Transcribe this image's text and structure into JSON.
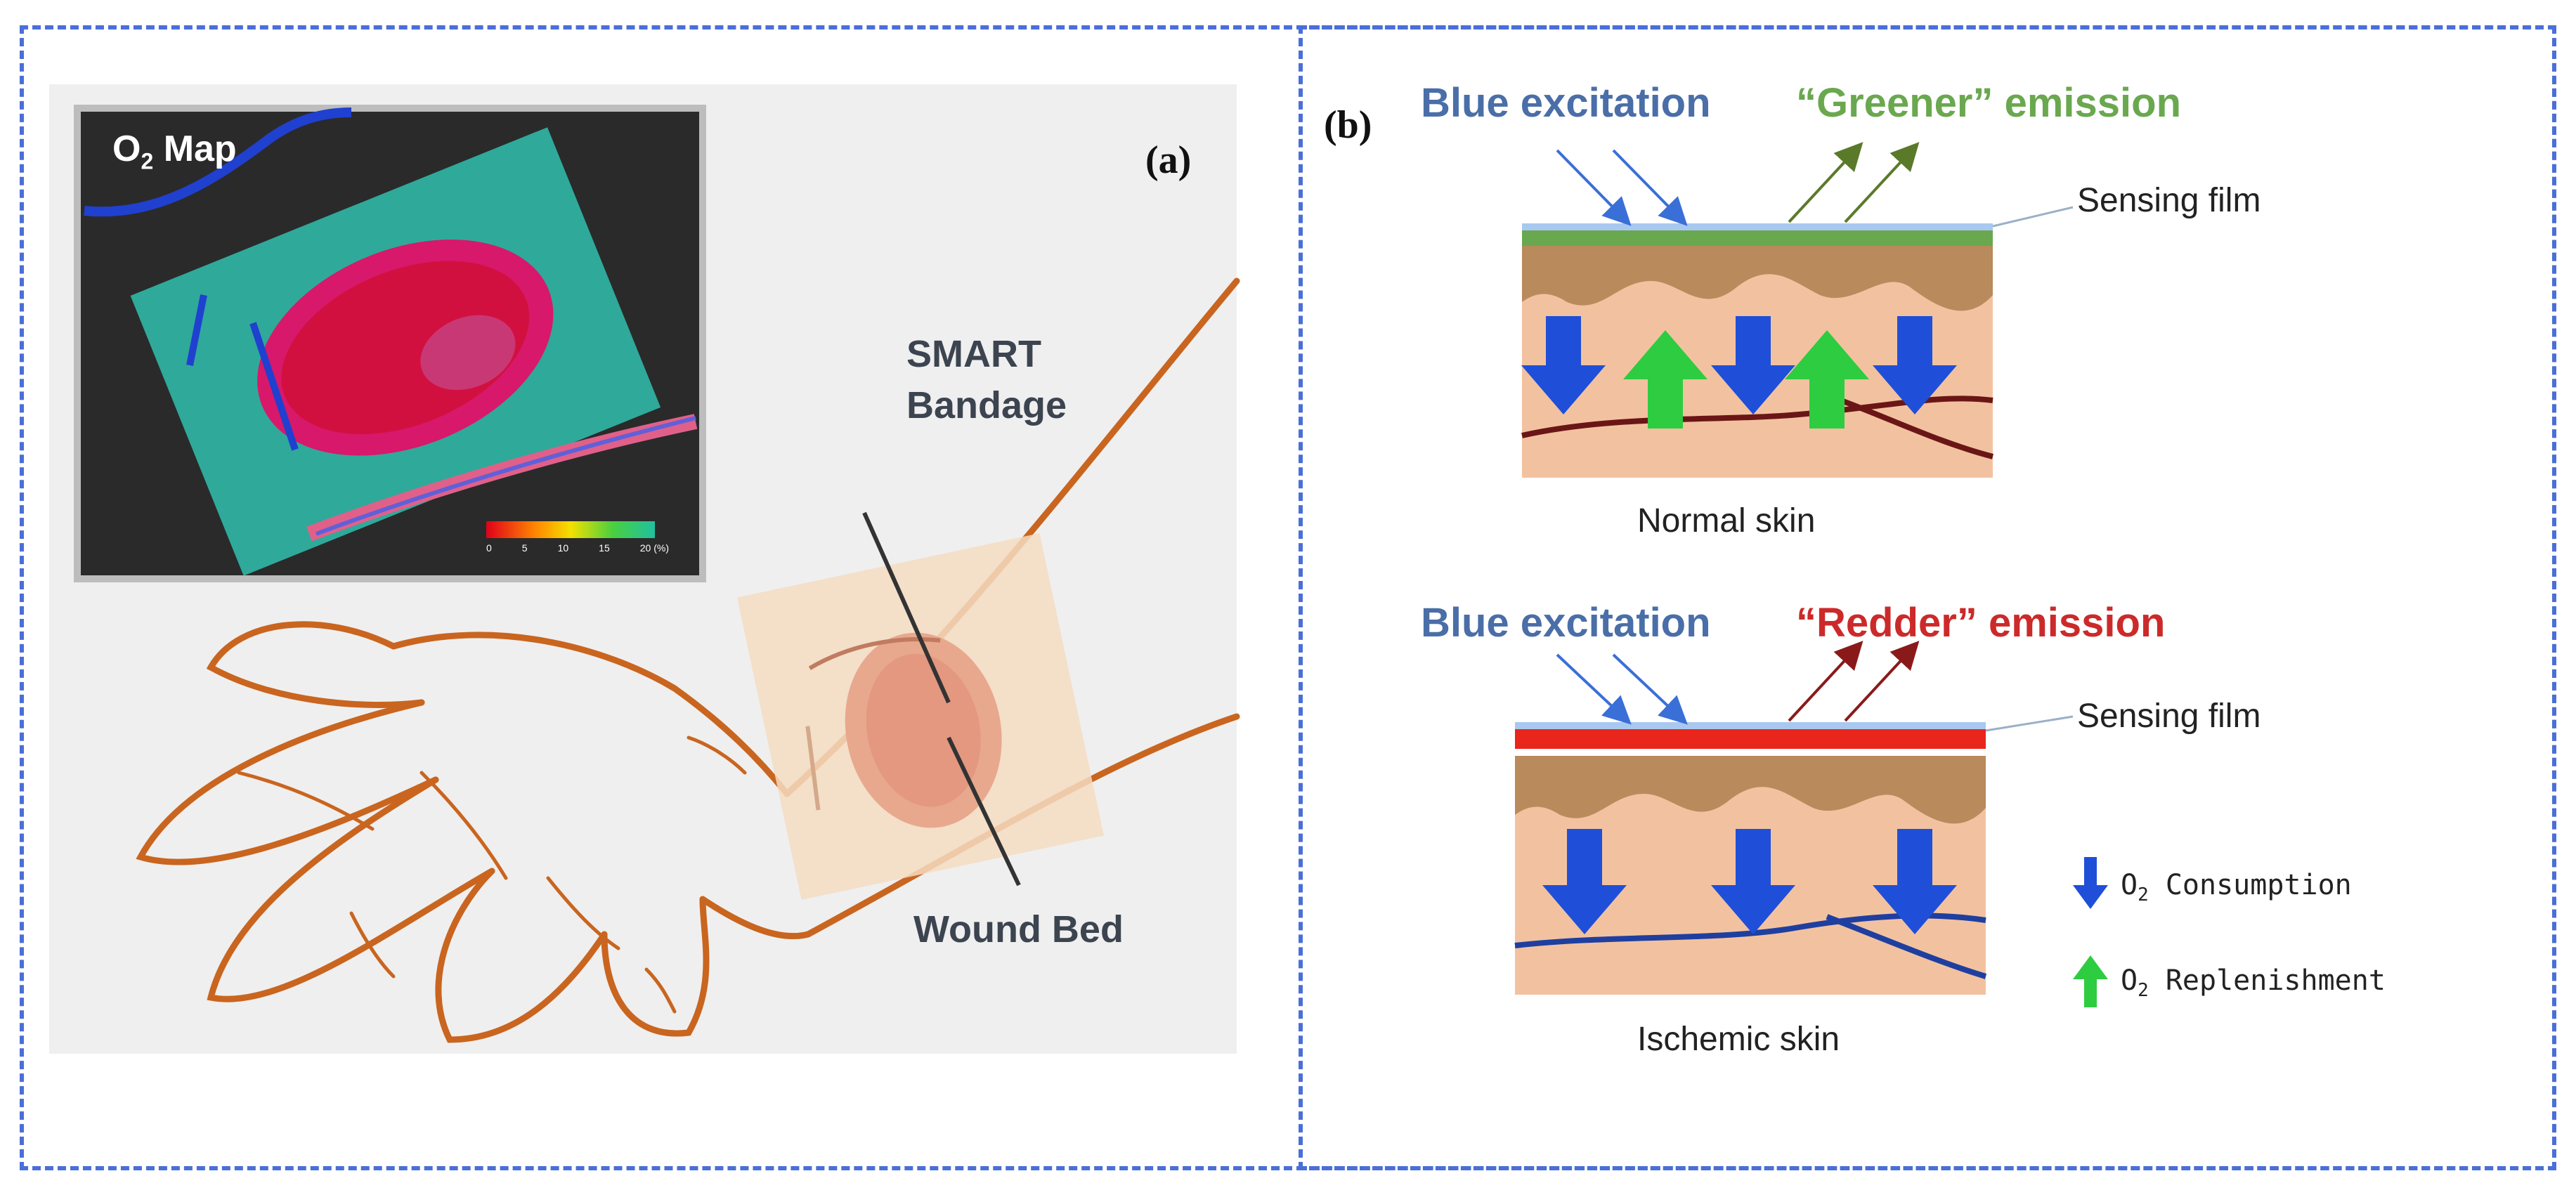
{
  "panel_a": {
    "label": "(a)",
    "map_title_prefix": "O",
    "map_title_sub": "2",
    "map_title_rest": " Map",
    "scale_ticks": [
      "0",
      "5",
      "10",
      "15",
      "20 (%)"
    ],
    "bandage_label_line1": "SMART",
    "bandage_label_line2": "Bandage",
    "wound_label": "Wound Bed"
  },
  "panel_b": {
    "label": "(b)",
    "top": {
      "excitation": "Blue excitation",
      "emission": "“Greener” emission",
      "film_label": "Sensing film",
      "caption": "Normal skin"
    },
    "bottom": {
      "excitation": "Blue excitation",
      "emission": "“Redder” emission",
      "film_label": "Sensing film",
      "caption": "Ischemic skin"
    },
    "legend": [
      {
        "prefix": "O",
        "sub": "2",
        "text": " Consumption",
        "icon": "blue-down-arrow-icon"
      },
      {
        "prefix": "O",
        "sub": "2",
        "text": " Replenishment",
        "icon": "green-up-arrow-icon"
      }
    ]
  },
  "colors": {
    "frame": "#4a6fd8",
    "excitation_text": "#4a6ea8",
    "green_emission": "#6aa84f",
    "red_emission": "#cc2a2a",
    "consumption_arrow": "#1f4fd8",
    "replenishment_arrow": "#2ecc40"
  }
}
